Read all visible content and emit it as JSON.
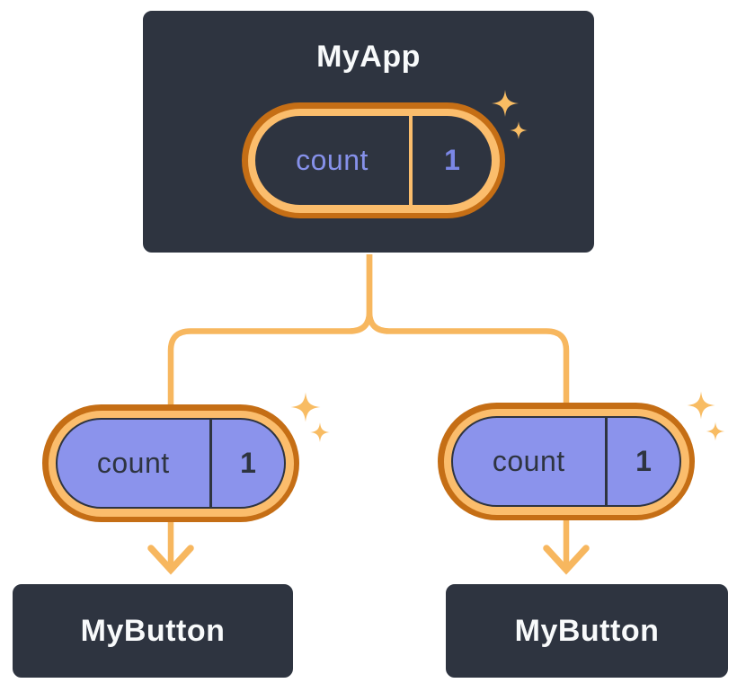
{
  "diagram": {
    "cards": {
      "root": {
        "title": "MyApp"
      },
      "children": [
        {
          "title": "MyButton"
        },
        {
          "title": "MyButton"
        }
      ]
    },
    "pills": [
      {
        "id": "app-state",
        "label": "count",
        "value": "1"
      },
      {
        "id": "left-state",
        "label": "count",
        "value": "1"
      },
      {
        "id": "right-state",
        "label": "count",
        "value": "1"
      }
    ],
    "icons": {
      "sparkle": "sparkle-icon",
      "arrow": "arrow-down-icon"
    },
    "colors": {
      "card_background": "#2E3440",
      "card_border": "#FFFFFF",
      "card_text": "#F8FAFB",
      "ring_dark_orange": "#C56E15",
      "ring_light_orange": "#FBBD6C",
      "connector_orange": "#F7B75F",
      "sparkle_orange": "#F8BC63",
      "pill_purple": "#8B93EC",
      "pill_purple_text": "#8691EA",
      "pill_dark_text": "#2E3440"
    }
  }
}
